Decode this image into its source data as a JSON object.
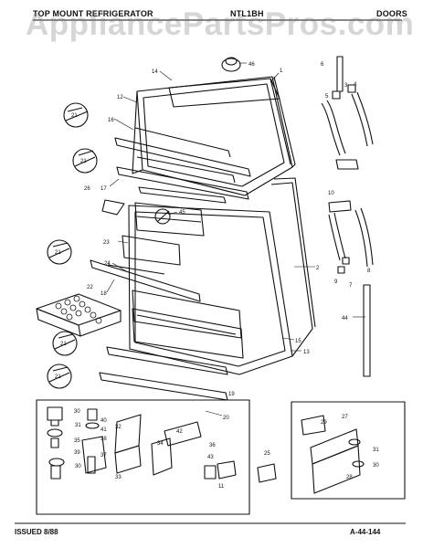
{
  "header": {
    "left": "TOP MOUNT REFRIGERATOR",
    "middle": "NTL1BH",
    "right": "DOORS"
  },
  "watermark": "AppliancePartsPros.com",
  "footer": {
    "issued": "ISSUED 8/88",
    "page_code": "A-44-144"
  },
  "callouts": {
    "c1": "1",
    "c2": "2",
    "c3": "3",
    "c4": "4",
    "c5": "5",
    "c6": "6",
    "c7": "7",
    "c8": "8",
    "c9": "9",
    "c10": "10",
    "c11": "11",
    "c12": "12",
    "c13": "13",
    "c14": "14",
    "c15": "15",
    "c16": "16",
    "c17": "17",
    "c18": "18",
    "c19": "19",
    "c20": "20",
    "c21": "21",
    "c22": "22",
    "c23": "23",
    "c24": "24",
    "c25": "25",
    "c26": "26",
    "c27": "27",
    "c28": "28",
    "c29": "29",
    "c30": "30",
    "c31": "31",
    "c32": "32",
    "c33": "33",
    "c34": "34",
    "c35": "35",
    "c36": "36",
    "c37": "37",
    "c38": "38",
    "c39": "39",
    "c40": "40",
    "c41": "41",
    "c42": "42",
    "c43": "43",
    "c44": "44",
    "c45": "45",
    "c46": "46"
  }
}
